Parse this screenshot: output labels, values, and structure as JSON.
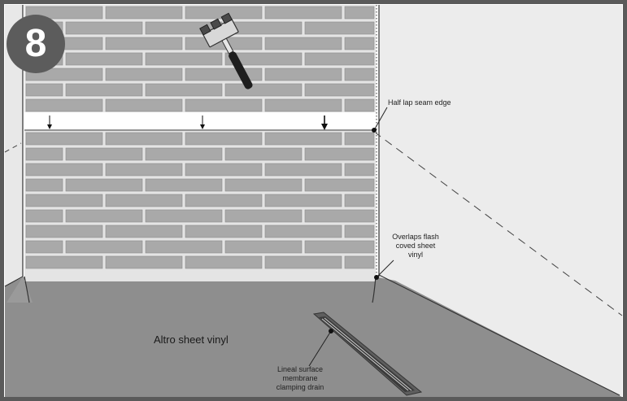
{
  "step": {
    "number": "8"
  },
  "labels": {
    "seam": "Half lap seam edge",
    "overlap": "Overlaps flash coved sheet vinyl",
    "floor": "Altro sheet vinyl",
    "drain": "Lineal surface membrane clamping drain"
  },
  "colors": {
    "frame": "#5a5a5a",
    "brick": "#a9a9a9",
    "mortar": "#e4e4e4",
    "floor": "#8c8c8c",
    "right_wall": "#ececec",
    "badge": "#5c5c5c"
  }
}
